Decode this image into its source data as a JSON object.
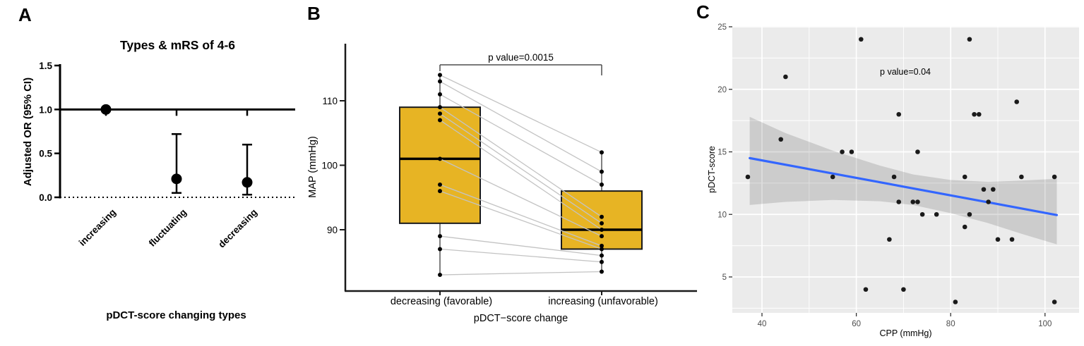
{
  "figure": {
    "panels": [
      {
        "letter": "A"
      },
      {
        "letter": "B"
      },
      {
        "letter": "C"
      }
    ]
  },
  "colors": {
    "box_fill": "#E7B424",
    "box_border": "#1A1A1A",
    "pair_line": "#C3C3C3",
    "regression_blue": "#3366FF",
    "band": "rgba(0,0,0,0.13)",
    "panel_background": "#EBEBEB",
    "grid": "#FFFFFF",
    "gray_tick_text": "#4D4D4D",
    "bracket": "#4D4D4D",
    "black": "#000000"
  },
  "chart_data": [
    {
      "type": "scatter",
      "panel": "A",
      "subtype": "forest-pointrange",
      "title": "Types & mRS of 4-6",
      "xlabel": "pDCT-score changing types",
      "ylabel": "Adjusted OR (95% CI)",
      "categories": [
        "increasing",
        "fluctuating",
        "decreasing"
      ],
      "odds_ratio": [
        1.0,
        0.21,
        0.17
      ],
      "ci_low": [
        1.0,
        0.05,
        0.03
      ],
      "ci_high": [
        1.0,
        0.72,
        0.6
      ],
      "yticks": [
        0.0,
        0.5,
        1.0,
        1.5
      ],
      "ylim": [
        0,
        1.5
      ],
      "reference_line_y": 1.0,
      "dotted_baseline_y": 0.0,
      "grid": false,
      "legend": "none"
    },
    {
      "type": "boxplot",
      "panel": "B",
      "subtype": "paired-boxplot",
      "xlabel": "pDCT−score change",
      "ylabel": "MAP (mmHg)",
      "p_label": "p value=0.0015",
      "categories": [
        "decreasing (favorable)",
        "increasing (unfavorable)"
      ],
      "yticks": [
        90,
        100,
        110
      ],
      "ylim": [
        80.5,
        119
      ],
      "groups": [
        {
          "whisker_low": 83,
          "q1": 91,
          "median": 101,
          "q3": 109,
          "whisker_high": 114,
          "points": [
            114,
            113,
            111,
            109,
            108,
            107,
            101,
            97,
            96,
            89,
            87,
            83
          ]
        },
        {
          "whisker_low": 83.5,
          "q1": 87,
          "median": 90,
          "q3": 96,
          "whisker_high": 102,
          "points": [
            102,
            99,
            97,
            92,
            91,
            90,
            89,
            87.5,
            87,
            86,
            85,
            83.5
          ]
        }
      ],
      "pairs": [
        [
          114,
          102
        ],
        [
          113,
          99
        ],
        [
          111,
          97
        ],
        [
          109,
          92
        ],
        [
          108,
          91
        ],
        [
          107,
          90
        ],
        [
          101,
          89
        ],
        [
          97,
          87.5
        ],
        [
          96,
          87
        ],
        [
          89,
          86
        ],
        [
          87,
          85
        ],
        [
          83,
          83.5
        ]
      ],
      "grid": false,
      "legend": "none"
    },
    {
      "type": "scatter",
      "panel": "C",
      "subtype": "scatter-with-regression",
      "xlabel": "CPP (mmHg)",
      "ylabel": "pDCT-score",
      "p_label": "p value=0.04",
      "xticks": [
        40,
        60,
        80,
        100
      ],
      "yticks": [
        5,
        10,
        15,
        20,
        25
      ],
      "xlim": [
        33.7,
        107.2
      ],
      "ylim": [
        2.1,
        25.1
      ],
      "points": [
        [
          37,
          13
        ],
        [
          44,
          16
        ],
        [
          45,
          21
        ],
        [
          55,
          13
        ],
        [
          57,
          15
        ],
        [
          59,
          15
        ],
        [
          61,
          24
        ],
        [
          62,
          4
        ],
        [
          67,
          8
        ],
        [
          68,
          13
        ],
        [
          69,
          18
        ],
        [
          69,
          11
        ],
        [
          70,
          4
        ],
        [
          72,
          11
        ],
        [
          73,
          11
        ],
        [
          73,
          15
        ],
        [
          74,
          10
        ],
        [
          77,
          10
        ],
        [
          81,
          3
        ],
        [
          83,
          9
        ],
        [
          83,
          13
        ],
        [
          84,
          10
        ],
        [
          84,
          24
        ],
        [
          85,
          18
        ],
        [
          86,
          18
        ],
        [
          87,
          12
        ],
        [
          88,
          11
        ],
        [
          89,
          12
        ],
        [
          90,
          8
        ],
        [
          93,
          8
        ],
        [
          94,
          19
        ],
        [
          95,
          13
        ],
        [
          102,
          3
        ],
        [
          102,
          13
        ]
      ],
      "regression_line": {
        "x": [
          37.4,
          102.5
        ],
        "y": [
          14.5,
          9.95
        ]
      },
      "confidence_band": {
        "x": [
          37.4,
          45,
          55,
          65,
          72,
          80,
          88,
          95,
          102.5
        ],
        "upper": [
          17.8,
          16.5,
          15.1,
          13.9,
          13.2,
          12.75,
          12.6,
          12.7,
          12.85
        ],
        "lower": [
          10.75,
          11.0,
          11.15,
          11.05,
          10.75,
          10.1,
          9.3,
          8.45,
          7.6
        ]
      },
      "grid_minor_x": [
        50,
        70,
        90
      ],
      "grid_minor_y": [
        2.5,
        7.5,
        12.5,
        17.5,
        22.5
      ],
      "grid": true,
      "legend": "none"
    }
  ]
}
